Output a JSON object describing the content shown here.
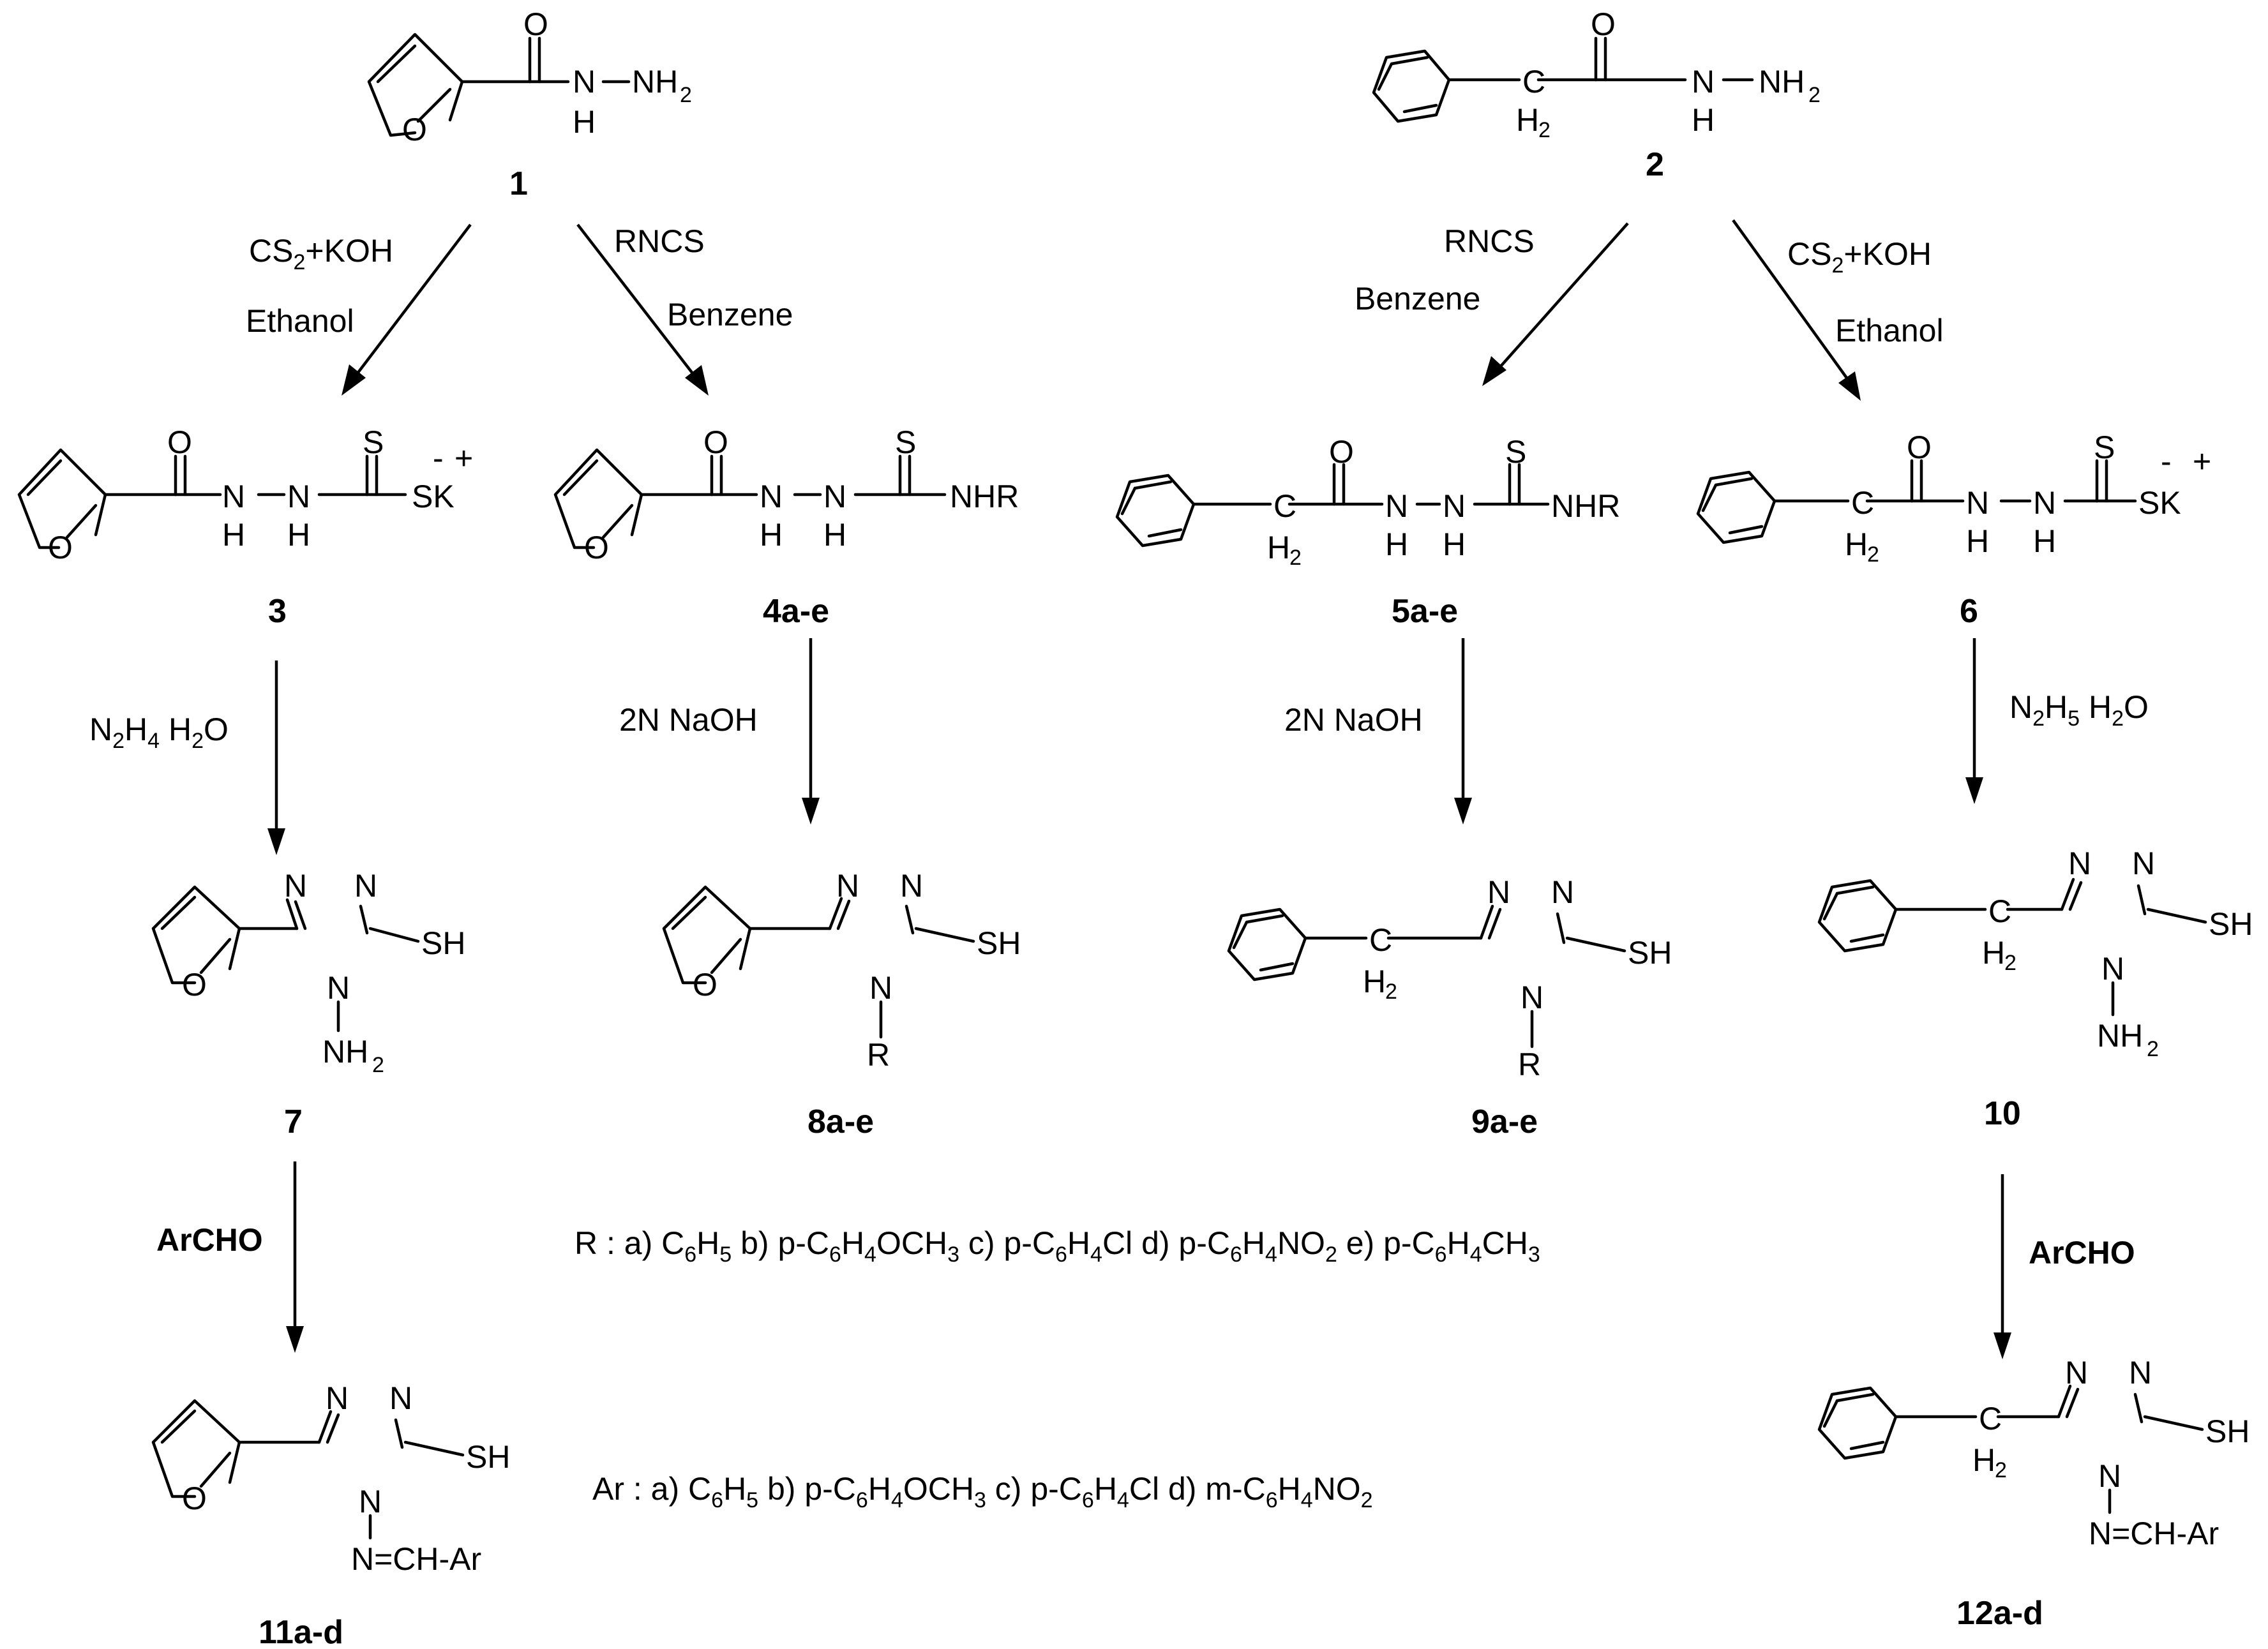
{
  "compounds": {
    "c1": "1",
    "c2": "2",
    "c3": "3",
    "c4": "4a-e",
    "c5": "5a-e",
    "c6": "6",
    "c7": "7",
    "c8": "8a-e",
    "c9": "9a-e",
    "c10": "10",
    "c11": "11a-d",
    "c12": "12a-d"
  },
  "atoms": {
    "O": "O",
    "S": "S",
    "N": "N",
    "H": "H",
    "C": "C",
    "K": "K",
    "R": "R",
    "SK": "SK",
    "SH": "SH",
    "NH": "NH",
    "NHR": "NHR",
    "NH2": "NH",
    "two": "2",
    "minus": "-",
    "plus": "+",
    "imine": "N=CH-Ar"
  },
  "conditions": {
    "cs2_a": "CS",
    "cs2_sub": "2",
    "cs2_b": "+KOH",
    "ethanol": "Ethanol",
    "rncs": "RNCS",
    "benzene": "Benzene",
    "naoh": "2N NaOH",
    "n2h4_1": "N",
    "n2h4_1s": "2",
    "n2h4_2": "H",
    "n2h4_2s": "4",
    "n2h4_3": " H",
    "n2h4_3s": "2",
    "n2h4_4": "O",
    "n2h5_1": "N",
    "n2h5_1s": "2",
    "n2h5_2": "H",
    "n2h5_2s": "5",
    "n2h5_3": " H",
    "n2h5_3s": "2",
    "n2h5_4": "O",
    "archo": "ArCHO"
  },
  "legend_r": {
    "prefix": "R :  a) C",
    "a_s1": "6",
    "a_m1": "H",
    "a_s2": "5",
    "b": "  b) p-C",
    "b_s1": "6",
    "b_m1": "H",
    "b_s2": "4",
    "b_m2": "OCH",
    "b_s3": "3",
    "c": " c) p-C",
    "c_s1": "6",
    "c_m1": "H",
    "c_s2": "4",
    "c_m2": "Cl",
    "d": "  d) p-C",
    "d_s1": "6",
    "d_m1": "H",
    "d_s2": "4",
    "d_m2": "NO",
    "d_s3": "2",
    "e": "  e) p-C",
    "e_s1": "6",
    "e_m1": "H",
    "e_s2": "4",
    "e_m2": "CH",
    "e_s3": "3"
  },
  "legend_ar": {
    "prefix": "Ar :  a) C",
    "a_s1": "6",
    "a_m1": "H",
    "a_s2": "5",
    "b": "  b) p-C",
    "b_s1": "6",
    "b_m1": "H",
    "b_s2": "4",
    "b_m2": "OCH",
    "b_s3": "3",
    "c": " c) p-C",
    "c_s1": "6",
    "c_m1": "H",
    "c_s2": "4",
    "c_m2": "Cl",
    "d": "  d) m-C",
    "d_s1": "6",
    "d_m1": "H",
    "d_s2": "4",
    "d_m2": "NO",
    "d_s3": "2"
  }
}
